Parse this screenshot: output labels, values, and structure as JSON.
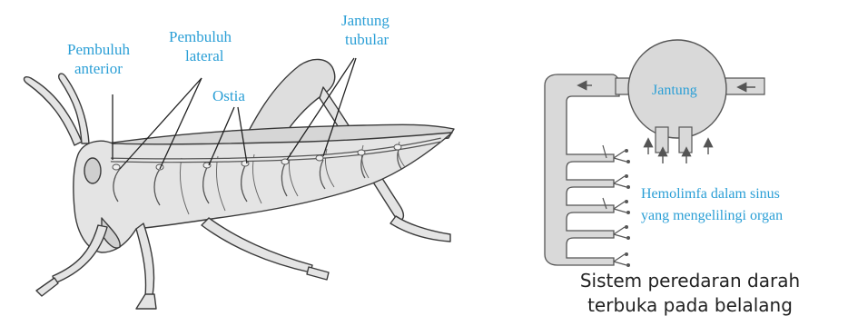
{
  "colors": {
    "label": "#2b9fd6",
    "caption": "#222222",
    "line": "#3a3a3a",
    "body_fill": "#e4e4e4",
    "vessel_fill": "#d9d9d9"
  },
  "insect_diagram": {
    "labels": {
      "anterior_vessel": [
        "Pembuluh",
        "anterior"
      ],
      "lateral_vessel": [
        "Pembuluh",
        "lateral"
      ],
      "ostia": "Ostia",
      "tubular_heart": [
        "Jantung",
        "tubular"
      ]
    }
  },
  "schematic": {
    "heart_label": "Jantung",
    "hemolymph_label": [
      "Hemolimfa dalam sinus",
      "yang mengelilingi organ"
    ],
    "caption": [
      "Sistem peredaran darah",
      "terbuka pada belalang"
    ]
  }
}
